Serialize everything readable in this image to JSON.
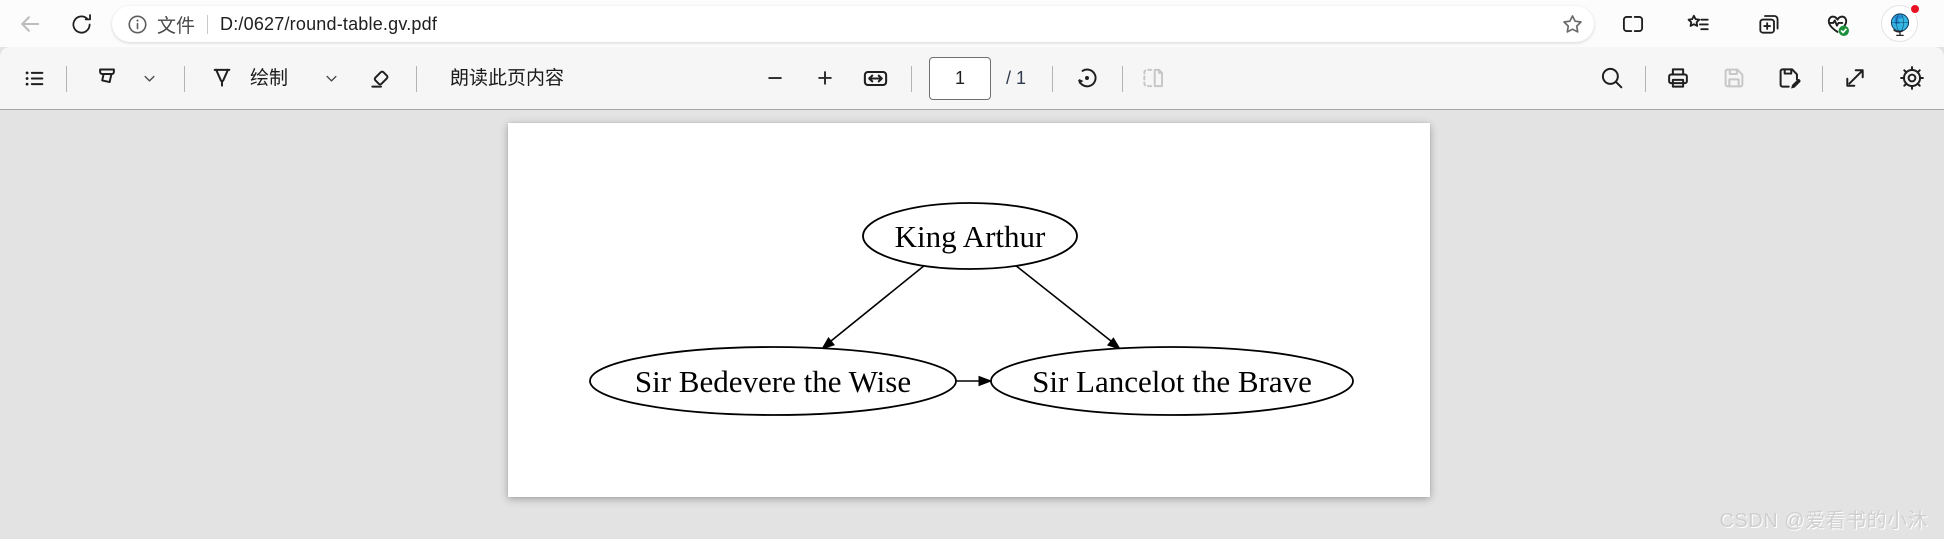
{
  "browser": {
    "address": {
      "protocol_label": "文件",
      "url": "D:/0627/round-table.gv.pdf"
    },
    "icons": [
      "back-icon",
      "refresh-icon",
      "info-icon",
      "favorite-star-icon",
      "split-screen-icon",
      "favorites-hub-icon",
      "collections-icon",
      "browser-essentials-icon",
      "profile-globe-avatar",
      "notification-dot"
    ]
  },
  "pdf_toolbar": {
    "draw_label": "绘制",
    "read_aloud_label": "朗读此页内容",
    "zoom_out_glyph": "−",
    "zoom_in_glyph": "+",
    "page_number": "1",
    "page_total_label": "/ 1",
    "icons": [
      "table-of-contents-icon",
      "highlighter-icon",
      "chevron-down-icon",
      "pen-icon",
      "eraser-icon",
      "fit-to-width-icon",
      "rotate-icon",
      "page-view-icon",
      "search-icon",
      "print-icon",
      "save-icon",
      "save-as-icon",
      "fullscreen-icon",
      "settings-gear-icon"
    ]
  },
  "document_page": {
    "diagram": {
      "type": "directed-graph",
      "nodes": [
        {
          "label": "King Arthur"
        },
        {
          "label": "Sir Bedevere the Wise"
        },
        {
          "label": "Sir Lancelot the Brave"
        }
      ],
      "edges": [
        {
          "from": "King Arthur",
          "to": "Sir Bedevere the Wise"
        },
        {
          "from": "King Arthur",
          "to": "Sir Lancelot the Brave"
        },
        {
          "from": "Sir Bedevere the Wise",
          "to": "Sir Lancelot the Brave"
        }
      ]
    }
  },
  "watermark": "CSDN @爱看书的小沐",
  "colors": {
    "topbar_bg": "#fcfcfc",
    "toolbar_bg": "#f6f6f7",
    "content_bg": "#e3e3e4",
    "page_bg": "#ffffff",
    "notification_badge": "#e81123",
    "essentials_check_green": "#1b8f3a",
    "globe_blue": "#35b6e2"
  }
}
